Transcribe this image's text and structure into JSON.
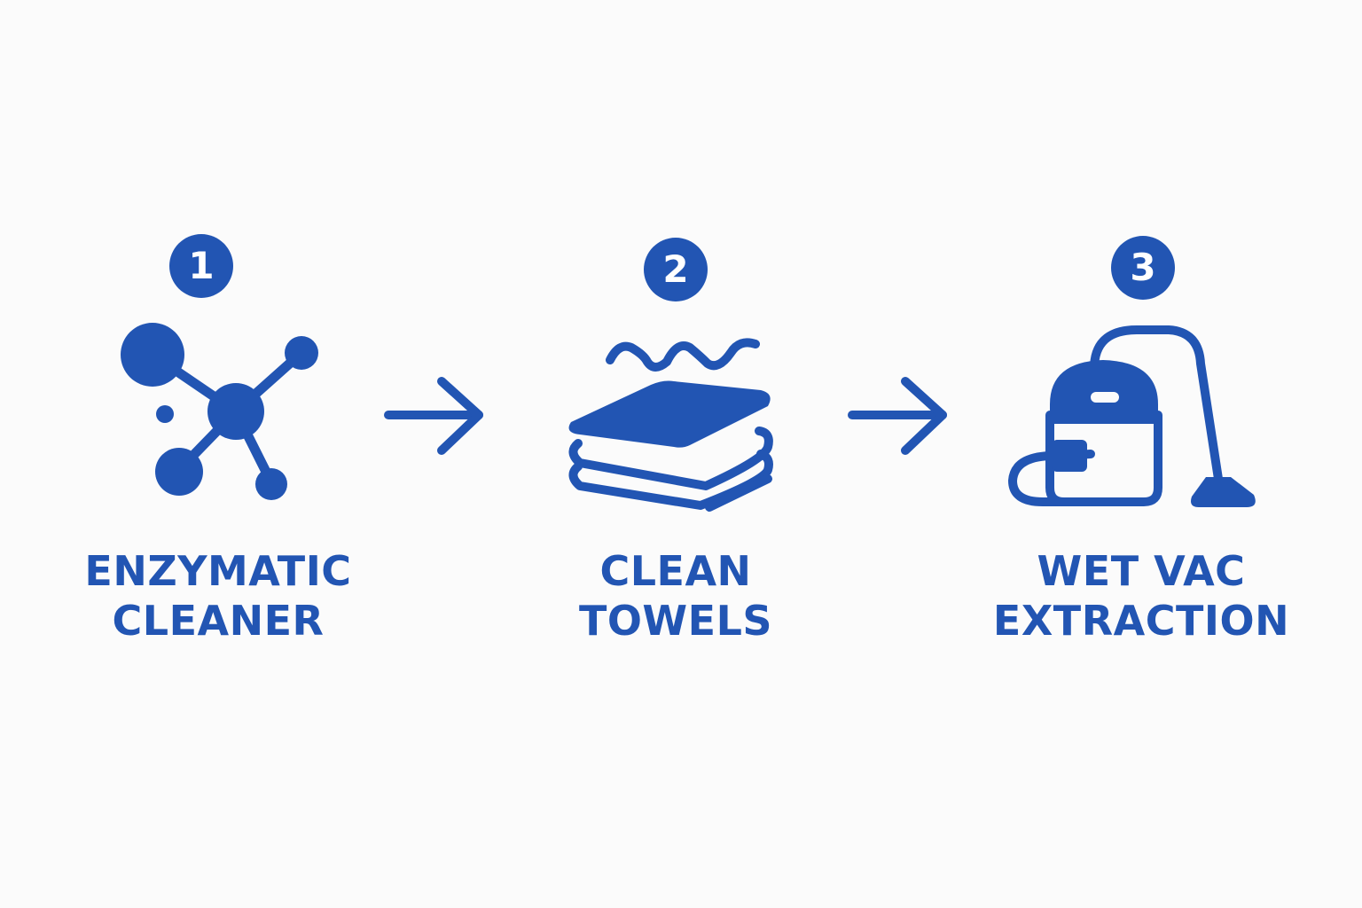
{
  "accent_color": "#2255b3",
  "steps": [
    {
      "number": "1",
      "icon": "molecule-icon",
      "label_line1": "ENZYMATIC",
      "label_line2": "CLEANER"
    },
    {
      "number": "2",
      "icon": "towels-icon",
      "label_line1": "CLEAN",
      "label_line2": "TOWELS"
    },
    {
      "number": "3",
      "icon": "wet-vac-icon",
      "label_line1": "WET VAC",
      "label_line2": "EXTRACTION"
    }
  ],
  "connectors": [
    "arrow-right-icon",
    "arrow-right-icon"
  ]
}
